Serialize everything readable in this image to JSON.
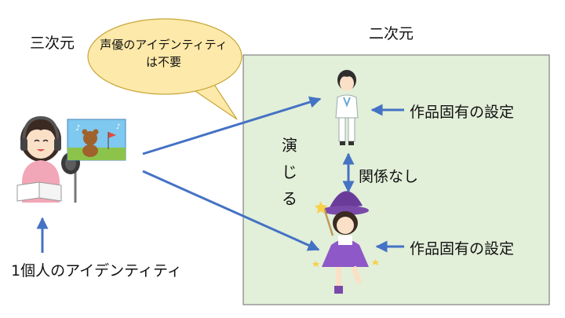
{
  "labels": {
    "real_dimension": "三次元",
    "virtual_dimension": "二次元",
    "speech_bubble": "声優のアイデンティティは不要",
    "acts": "演じる",
    "setting_top": "作品固有の設定",
    "setting_bottom": "作品固有の設定",
    "unrelated": "関係なし",
    "individual_identity": "1個人のアイデンティティ"
  },
  "colors": {
    "panel_fill": "#e2efd9",
    "panel_border": "#6b6b6b",
    "arrow": "#4472c4",
    "bubble_fill": "#fde9a9",
    "bubble_border": "#c8a63c"
  },
  "icons": {
    "voice_actor": "voice-actor-illustration",
    "picture_book": "bear-picture-book-illustration",
    "doctor": "doctor-illustration",
    "witch": "witch-girl-illustration"
  }
}
